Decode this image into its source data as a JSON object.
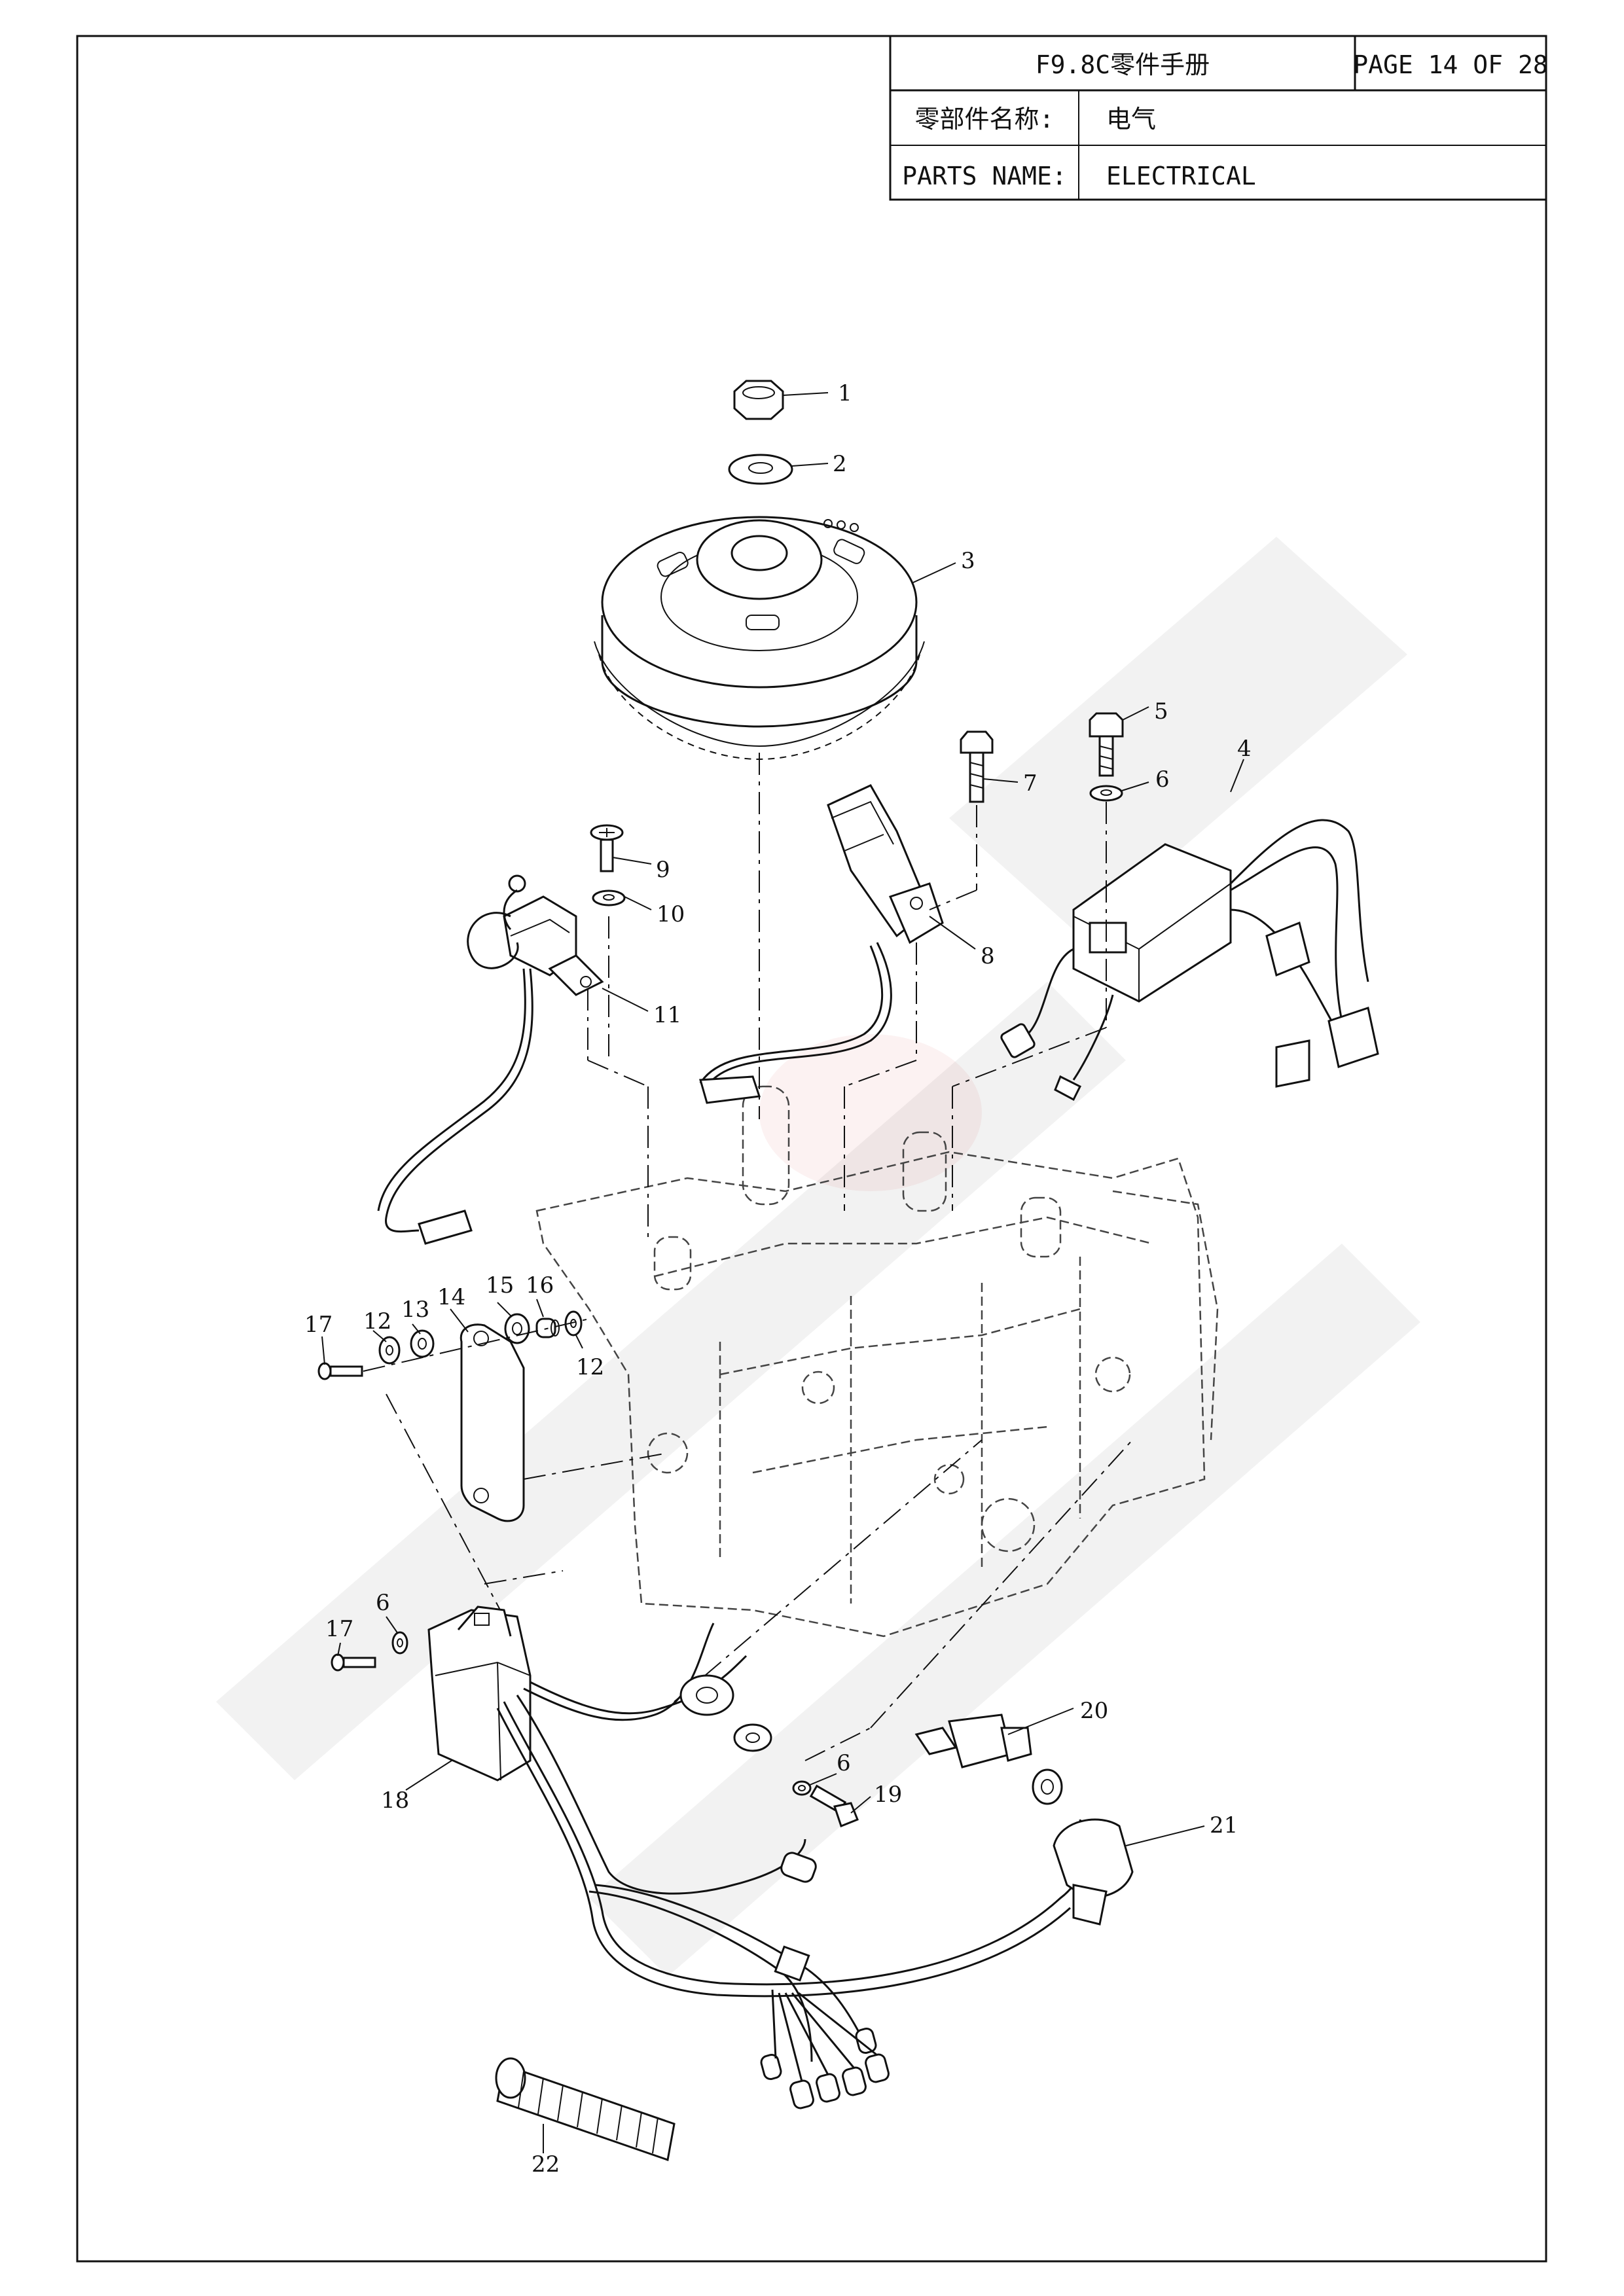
{
  "header": {
    "manual_title": "F9.8C零件手册",
    "page_label": "PAGE 14 OF 28",
    "name_label_cn": "零部件名称:",
    "name_value_cn": "电气",
    "name_label_en": "PARTS NAME:",
    "name_value_en": "ELECTRICAL"
  },
  "callouts": [
    "1",
    "2",
    "3",
    "4",
    "5",
    "6",
    "7",
    "8",
    "9",
    "10",
    "11",
    "12",
    "13",
    "14",
    "15",
    "16",
    "12",
    "17",
    "6",
    "17",
    "18",
    "20",
    "6",
    "19",
    "21",
    "22"
  ]
}
